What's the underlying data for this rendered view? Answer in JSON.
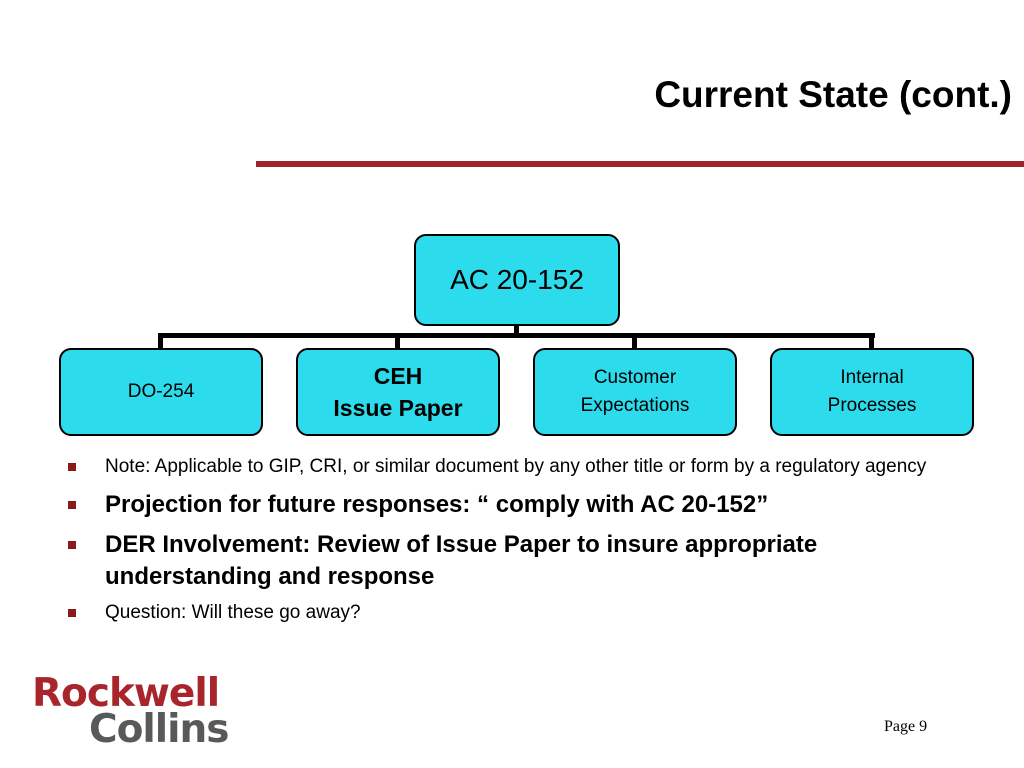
{
  "slide": {
    "title": "Current State (cont.)",
    "page_label": "Page 9"
  },
  "colors": {
    "rule": "#a0222f",
    "node_fill": "#2ddcec",
    "bullet_marker": "#8b1a1a",
    "logo_red": "#a8252c",
    "logo_gray": "#58595b"
  },
  "org_chart": {
    "root": {
      "label": "AC 20-152"
    },
    "children": [
      {
        "lines": [
          "DO-254"
        ]
      },
      {
        "lines": [
          "CEH",
          "Issue Paper"
        ]
      },
      {
        "lines": [
          "Customer",
          "Expectations"
        ]
      },
      {
        "lines": [
          "Internal",
          "Processes"
        ]
      }
    ]
  },
  "bullets": [
    {
      "text": "Note: Applicable to GIP, CRI, or similar document by any other title or form by a regulatory agency"
    },
    {
      "text": "Projection for future responses: “ comply with AC 20-152”"
    },
    {
      "text": "DER Involvement: Review of Issue Paper to insure appropriate understanding and response"
    },
    {
      "text": "Question: Will these go away?"
    }
  ],
  "logo": {
    "line1": "Rockwell",
    "line2": "Collins"
  }
}
